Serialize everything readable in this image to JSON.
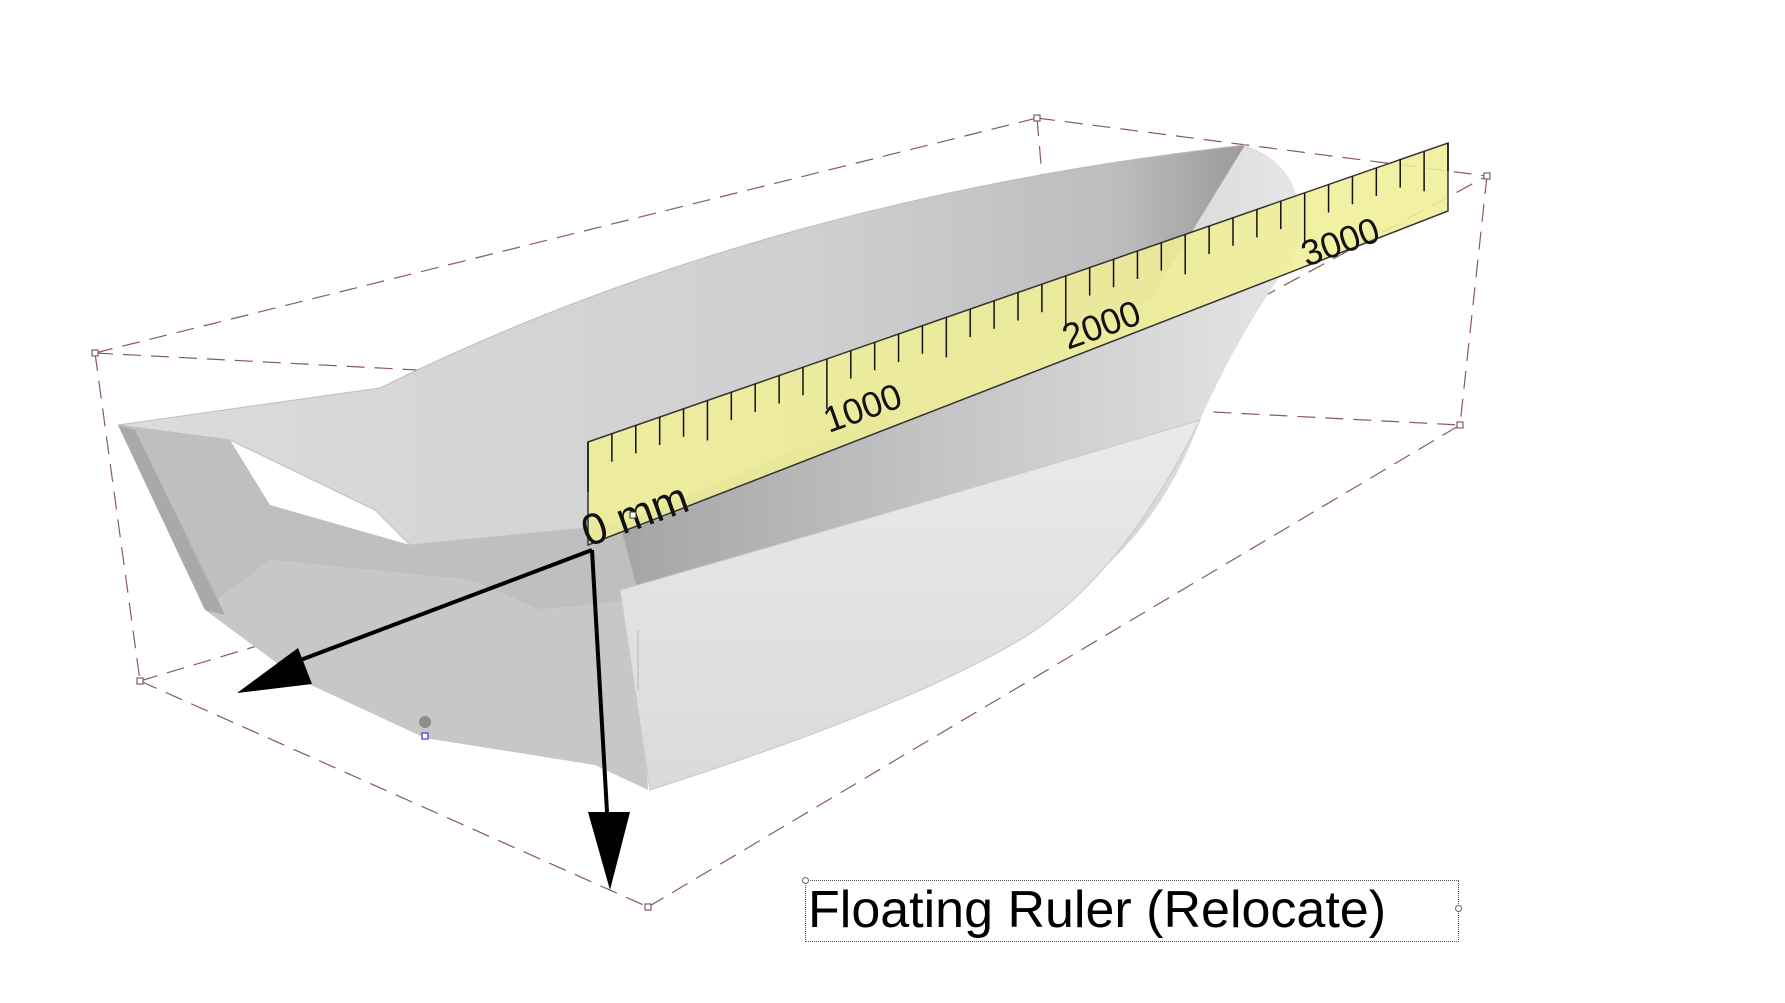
{
  "ruler": {
    "origin_label": "0 mm",
    "major_labels": [
      "1000",
      "2000",
      "3000"
    ],
    "major_step_mm": 1000,
    "minor_step_mm": 100,
    "length_mm": 3600
  },
  "caption": {
    "text": "Floating Ruler (Relocate)"
  },
  "colors": {
    "ruler_fill": "#f0ee96",
    "hull_light": "#e4e4e4",
    "hull_mid": "#c9c9c9",
    "hull_dark": "#9e9e9e",
    "bbox_dash": "#8a5a5a",
    "axis_arrow": "#000000"
  },
  "icons": {
    "axis_x": "arrow-x-icon",
    "axis_z": "arrow-z-icon",
    "grip": "grip-handle-icon"
  }
}
